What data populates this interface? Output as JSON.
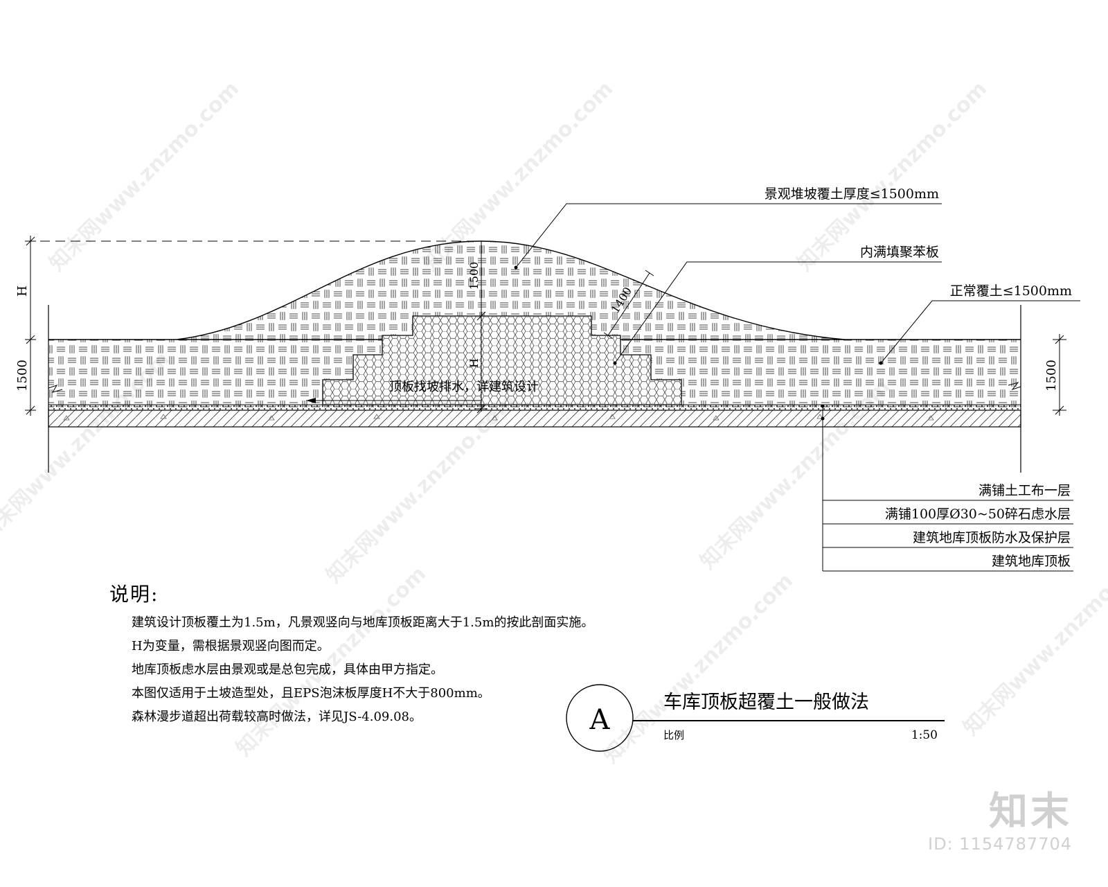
{
  "callouts": {
    "mound_soil": "景观堆坡覆土厚度≤1500mm",
    "eps_fill": "内满填聚苯板",
    "normal_soil": "正常覆土≤1500mm",
    "slope_drain": "顶板找坡排水，详建筑设计"
  },
  "layers": [
    "满铺土工布一层",
    "满铺100厚Ø30~50碎石虑水层",
    "建筑地库顶板防水及保护层",
    "建筑地库顶板"
  ],
  "dimensions": {
    "h_left": "H",
    "d1500_left": "1500",
    "d1500_right": "1500",
    "d1500_top": "1500",
    "d1400": "1400",
    "h_center": "H"
  },
  "notes": {
    "heading": "说明:",
    "items": [
      "建筑设计顶板覆土为1.5m，凡景观竖向与地库顶板距离大于1.5m的按此剖面实施。",
      "H为变量，需根据景观竖向图而定。",
      "地库顶板虑水层由景观或是总包完成，具体由甲方指定。",
      "本图仅适用于土坡造型处，且EPS泡沫板厚度H不大于800mm。",
      "森林漫步道超出荷载较高时做法，详见JS-4.09.08。"
    ]
  },
  "title_block": {
    "symbol": "A",
    "title": "车库顶板超覆土一般做法",
    "scale_label": "比例",
    "scale_value": "1:50"
  },
  "branding": {
    "logo": "知末",
    "id": "ID: 1154787704",
    "watermark": "知末网www.znzmo.com"
  }
}
